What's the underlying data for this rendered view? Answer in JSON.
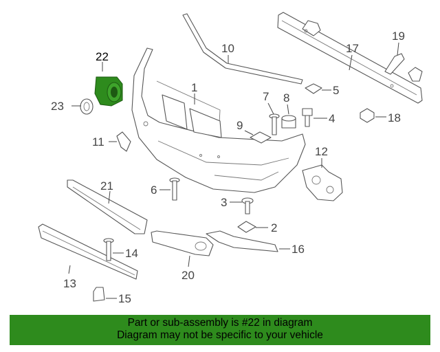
{
  "diagram": {
    "highlight_color": "#2e8b1d",
    "highlighted_part": "22",
    "callouts": {
      "c1": "1",
      "c2": "2",
      "c3": "3",
      "c4": "4",
      "c5": "5",
      "c6": "6",
      "c7": "7",
      "c8": "8",
      "c9": "9",
      "c10": "10",
      "c11": "11",
      "c12": "12",
      "c13": "13",
      "c14": "14",
      "c15": "15",
      "c16": "16",
      "c17": "17",
      "c18": "18",
      "c19": "19",
      "c20": "20",
      "c21": "21",
      "c22": "22",
      "c23": "23"
    }
  },
  "banner": {
    "line1": "Part or sub-assembly is #22 in diagram",
    "line2": "Diagram may not be specific to your vehicle",
    "background": "#2e8b1d"
  }
}
